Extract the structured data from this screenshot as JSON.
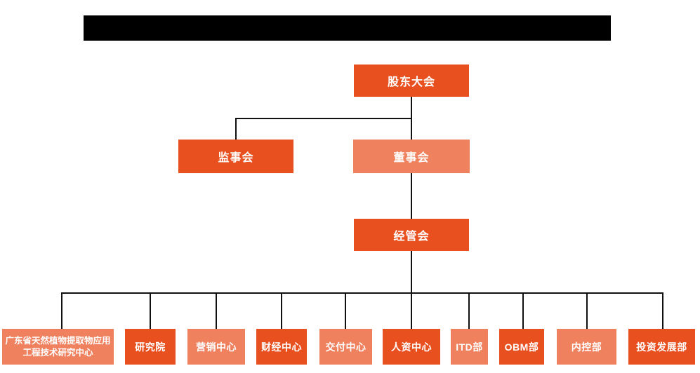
{
  "page": {
    "background_color": "#ffffff",
    "line_color": "#111111",
    "text_color": "#ffffff"
  },
  "title_bar": {
    "redacted_black_bar_color": "#000000"
  },
  "colors": {
    "primary_orange": "#E8501F",
    "secondary_salmon": "#EF815E"
  },
  "org": {
    "top": {
      "label": "股东大会",
      "variant": "primary"
    },
    "level2": [
      {
        "label": "监事会",
        "variant": "primary"
      },
      {
        "label": "董事会",
        "variant": "secondary"
      }
    ],
    "level3": {
      "label": "经管会",
      "variant": "primary"
    },
    "departments": [
      {
        "label": "广东省天然植物提取物应用工程技术研究中心",
        "variant": "secondary"
      },
      {
        "label": "研究院",
        "variant": "primary"
      },
      {
        "label": "营销中心",
        "variant": "secondary"
      },
      {
        "label": "财经中心",
        "variant": "primary"
      },
      {
        "label": "交付中心",
        "variant": "secondary"
      },
      {
        "label": "人资中心",
        "variant": "primary"
      },
      {
        "label": "ITD部",
        "variant": "secondary"
      },
      {
        "label": "OBM部",
        "variant": "primary"
      },
      {
        "label": "内控部",
        "variant": "secondary"
      },
      {
        "label": "投资发展部",
        "variant": "primary"
      }
    ]
  }
}
